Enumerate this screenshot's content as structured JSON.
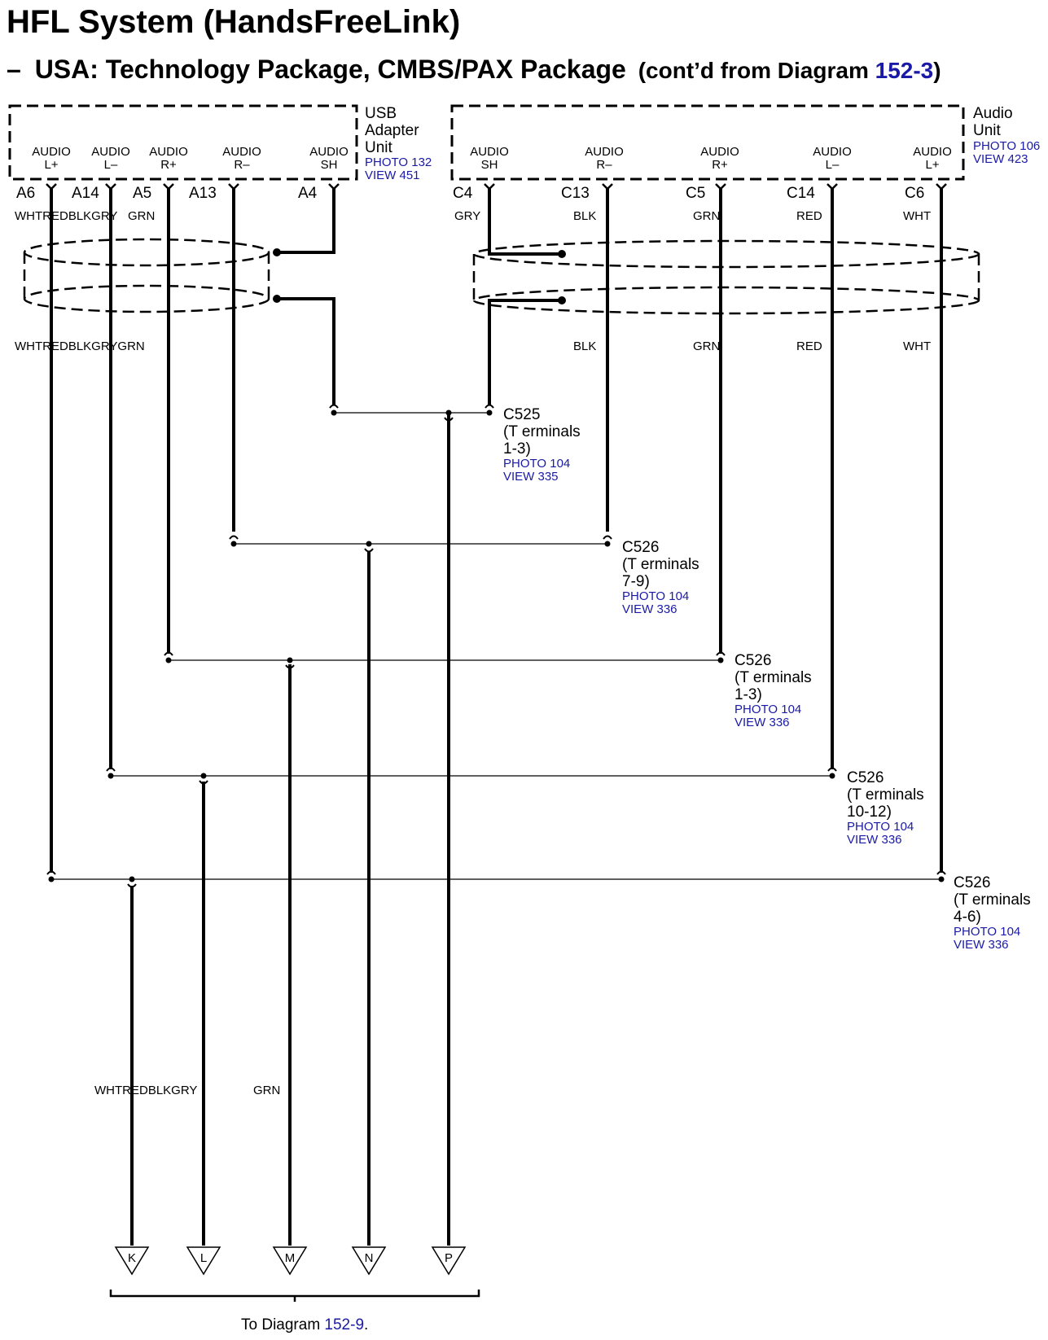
{
  "header": {
    "title": "HFL System (HandsFreeLink)",
    "subtitle_prefix": "–",
    "subtitle": "USA: Technology Package, CMBS/PAX Package",
    "contd_text": "(cont’d from Diagram ",
    "contd_ref": "152-3",
    "contd_close": ")"
  },
  "usb_unit": {
    "name_line1": "USB",
    "name_line2": "Adapter",
    "name_line3": "Unit",
    "photo": "PHOTO 132",
    "view": "VIEW 451",
    "terminals": [
      {
        "top": "AUDIO",
        "bottom": "L+",
        "pin": "A6"
      },
      {
        "top": "AUDIO",
        "bottom": "L–",
        "pin": "A14"
      },
      {
        "top": "AUDIO",
        "bottom": "R+",
        "pin": "A5"
      },
      {
        "top": "AUDIO",
        "bottom": "R–",
        "pin": "A13"
      },
      {
        "top": "AUDIO",
        "bottom": "SH",
        "pin": "A4"
      }
    ]
  },
  "audio_unit": {
    "name_line1": "Audio",
    "name_line2": "Unit",
    "photo": "PHOTO 106",
    "view": "VIEW 423",
    "terminals": [
      {
        "top": "AUDIO",
        "bottom": "SH",
        "pin": "C4"
      },
      {
        "top": "AUDIO",
        "bottom": "R–",
        "pin": "C13"
      },
      {
        "top": "AUDIO",
        "bottom": "R+",
        "pin": "C5"
      },
      {
        "top": "AUDIO",
        "bottom": "L–",
        "pin": "C14"
      },
      {
        "top": "AUDIO",
        "bottom": "L+",
        "pin": "C6"
      }
    ]
  },
  "wire_colors": {
    "usb_top": "WHTREDBLKGRY",
    "usb_top_grn": "GRN",
    "usb_mid": "WHTREDBLKGRYGRN",
    "audio_top": [
      "GRY",
      "BLK",
      "GRN",
      "RED",
      "WHT"
    ],
    "audio_mid": [
      "BLK",
      "GRN",
      "RED",
      "WHT"
    ],
    "bottom_left": "WHTREDBLKGRY",
    "bottom_grn": "GRN"
  },
  "connectors": [
    {
      "name": "C525",
      "line2": "(T erminals",
      "line3": "1-3)",
      "photo": "PHOTO 104",
      "view": "VIEW 335"
    },
    {
      "name": "C526",
      "line2": "(T erminals",
      "line3": "7-9)",
      "photo": "PHOTO 104",
      "view": "VIEW 336"
    },
    {
      "name": "C526",
      "line2": "(T erminals",
      "line3": "1-3)",
      "photo": "PHOTO 104",
      "view": "VIEW 336"
    },
    {
      "name": "C526",
      "line2": "(T erminals",
      "line3": "10-12)",
      "photo": "PHOTO 104",
      "view": "VIEW 336"
    },
    {
      "name": "C526",
      "line2": "(T erminals",
      "line3": "4-6)",
      "photo": "PHOTO 104",
      "view": "VIEW 336"
    }
  ],
  "arrows": [
    "K",
    "L",
    "M",
    "N",
    "P"
  ],
  "footer": {
    "text": "To Diagram ",
    "ref": "152-9",
    "period": "."
  }
}
